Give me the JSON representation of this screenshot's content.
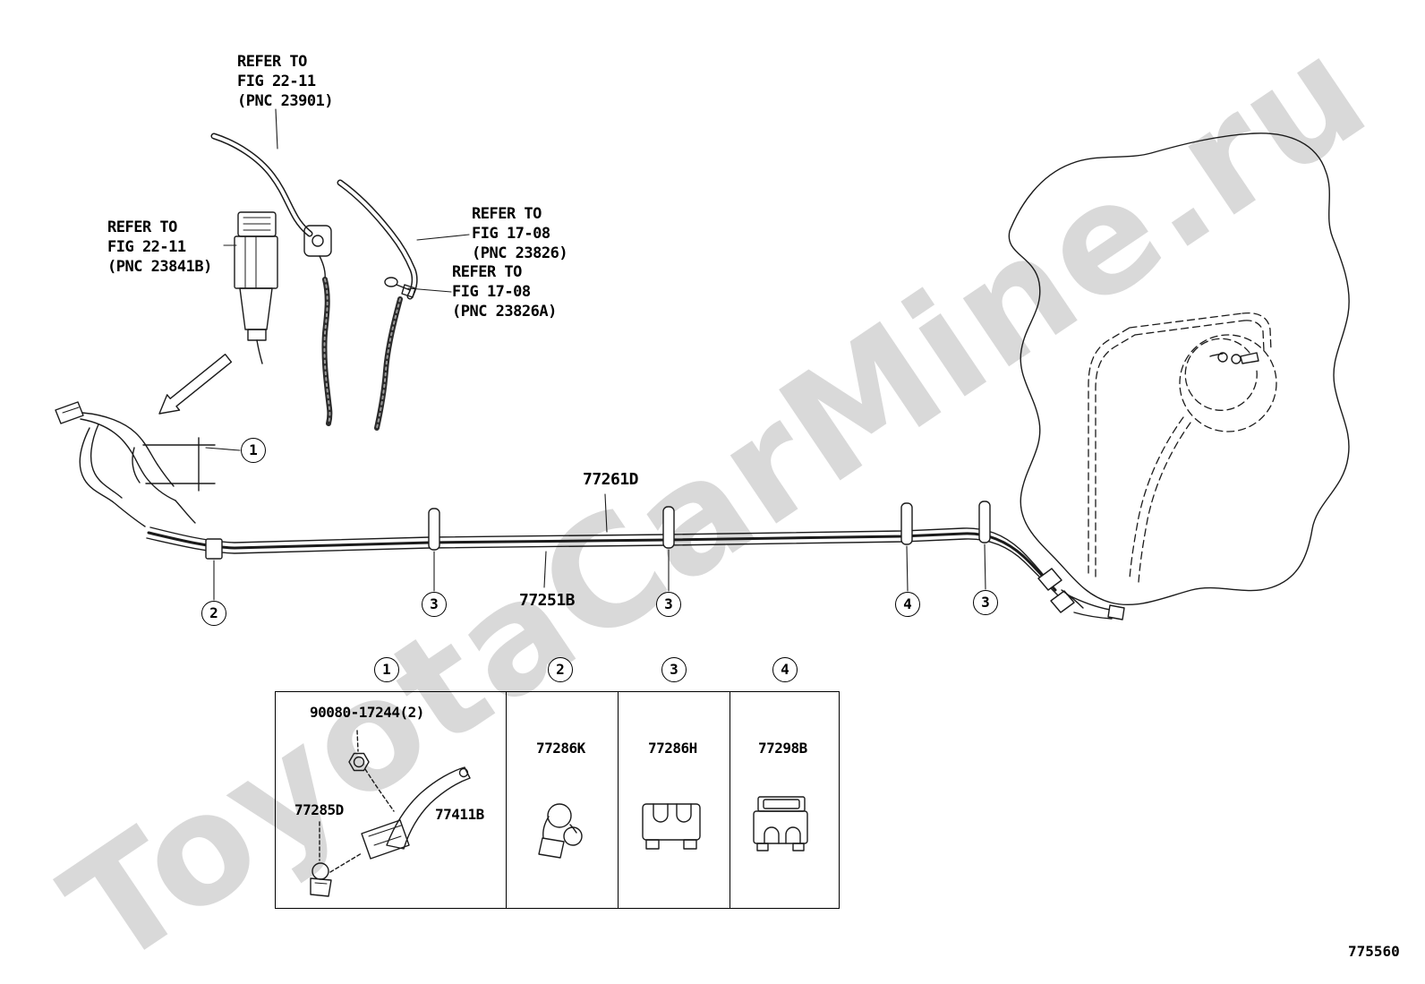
{
  "watermark": {
    "text": "ToyotaCarMine.ru"
  },
  "doc_number": "775560",
  "refer_labels": [
    {
      "lines": [
        "REFER TO",
        "FIG 22-11",
        "(PNC 23901)"
      ]
    },
    {
      "lines": [
        "REFER TO",
        "FIG 22-11",
        "(PNC 23841B)"
      ]
    },
    {
      "lines": [
        "REFER TO",
        "FIG 17-08",
        "(PNC 23826)"
      ]
    },
    {
      "lines": [
        "REFER TO",
        "FIG 17-08",
        "(PNC 23826A)"
      ]
    }
  ],
  "part_labels": {
    "tube_upper": "77261D",
    "tube_lower": "77251B"
  },
  "diagram_callouts": [
    {
      "n": "1"
    },
    {
      "n": "2"
    },
    {
      "n": "3"
    },
    {
      "n": "3"
    },
    {
      "n": "4"
    },
    {
      "n": "3"
    }
  ],
  "table": {
    "columns": [
      {
        "callout": "1",
        "parts": [
          {
            "number": "90080-17244(2)"
          },
          {
            "number": "77285D"
          },
          {
            "number": "77411B"
          }
        ]
      },
      {
        "callout": "2",
        "parts": [
          {
            "number": "77286K"
          }
        ]
      },
      {
        "callout": "3",
        "parts": [
          {
            "number": "77286H"
          }
        ]
      },
      {
        "callout": "4",
        "parts": [
          {
            "number": "77298B"
          }
        ]
      }
    ]
  }
}
